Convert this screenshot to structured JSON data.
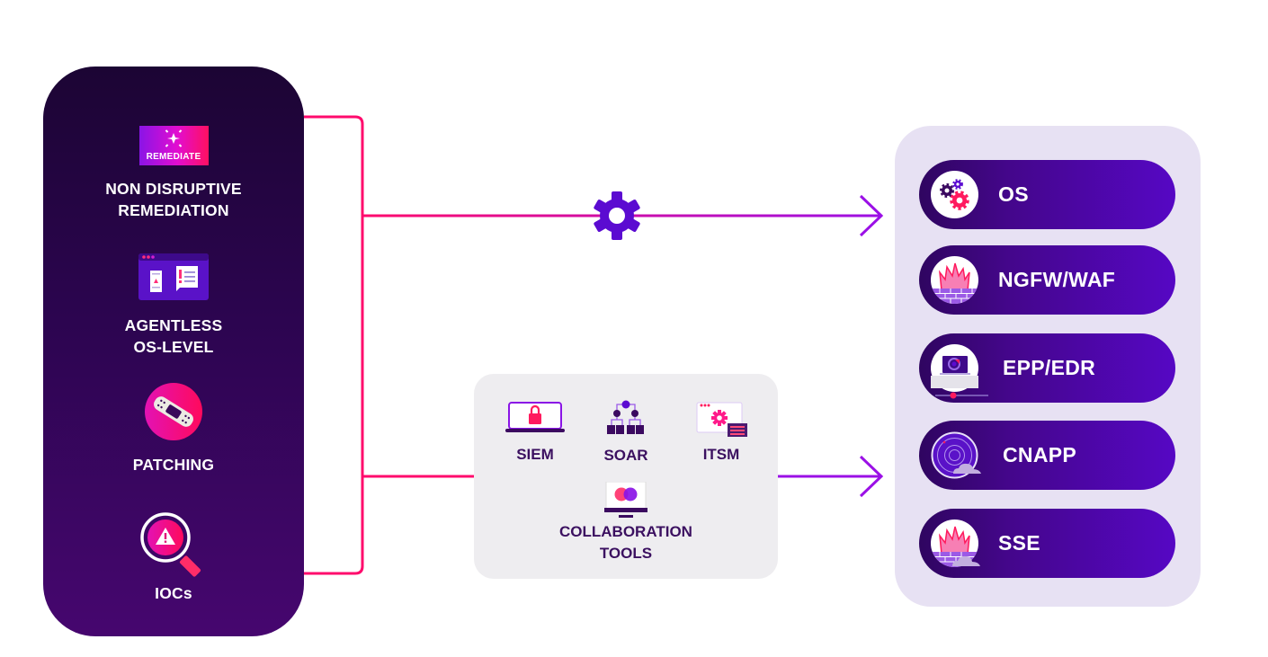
{
  "diagram": {
    "title": "",
    "colors": {
      "left_panel_top": "#1c0534",
      "left_panel_bottom": "#46066f",
      "connector_pink": "#ff0a6c",
      "connector_purple": "#9b10e6",
      "gear": "#5b0bd1",
      "mid_panel_bg": "#eeedf0",
      "right_panel_bg": "#e7e1f3",
      "pill_start": "#2f0560",
      "pill_end": "#5607c4",
      "dark_text": "#3b1060"
    },
    "capabilities": [
      {
        "icon": "remediate-badge-icon",
        "badge_text": "REMEDIATE",
        "label": "NON DISRUPTIVE\nREMEDIATION"
      },
      {
        "icon": "agentless-window-icon",
        "label": "AGENTLESS\nOS-LEVEL"
      },
      {
        "icon": "bandage-icon",
        "label": "PATCHING"
      },
      {
        "icon": "magnifier-warning-icon",
        "label": "IOCs"
      }
    ],
    "flow_icon": "gear-icon",
    "integrations": [
      {
        "icon": "laptop-lock-icon",
        "label": "SIEM"
      },
      {
        "icon": "hierarchy-icon",
        "label": "SOAR"
      },
      {
        "icon": "window-gear-icon",
        "label": "ITSM"
      },
      {
        "icon": "monitor-circles-icon",
        "label": "COLLABORATION\nTOOLS"
      }
    ],
    "targets": [
      {
        "icon": "gears-icon",
        "label": "OS"
      },
      {
        "icon": "firewall-flame-icon",
        "label": "NGFW/WAF"
      },
      {
        "icon": "laptop-shield-icon",
        "label": "EPP/EDR"
      },
      {
        "icon": "cloud-radar-icon",
        "label": "CNAPP"
      },
      {
        "icon": "cloud-firewall-icon",
        "label": "SSE"
      }
    ]
  }
}
